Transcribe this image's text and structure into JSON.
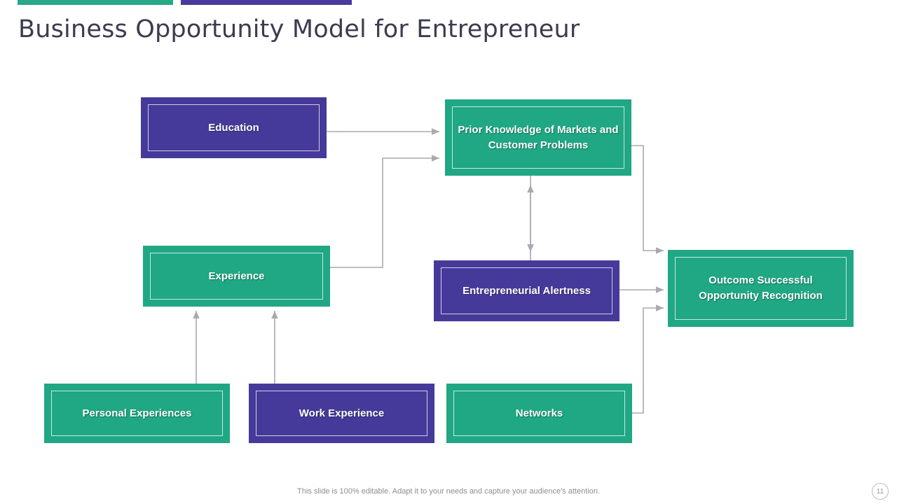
{
  "header": {
    "title": "Business Opportunity Model for Entrepreneur",
    "accent_teal": "#27a887",
    "accent_purple": "#4a3a9e"
  },
  "diagram": {
    "nodes": [
      {
        "id": "education",
        "label": "Education",
        "color": "purple"
      },
      {
        "id": "prior-knowledge",
        "label": "Prior Knowledge of Markets and Customer Problems",
        "color": "teal"
      },
      {
        "id": "experience",
        "label": "Experience",
        "color": "teal"
      },
      {
        "id": "entrepreneurial-alertness",
        "label": "Entrepreneurial Alertness",
        "color": "purple"
      },
      {
        "id": "outcome",
        "label": "Outcome Successful Opportunity Recognition",
        "color": "teal"
      },
      {
        "id": "personal-experiences",
        "label": "Personal Experiences",
        "color": "teal"
      },
      {
        "id": "work-experience",
        "label": "Work Experience",
        "color": "purple"
      },
      {
        "id": "networks",
        "label": "Networks",
        "color": "teal"
      }
    ],
    "connector_color": "#a9a9b2"
  },
  "footer": {
    "note": "This slide is 100% editable. Adapt it to your needs and capture your audience's attention.",
    "page_number": "11"
  }
}
